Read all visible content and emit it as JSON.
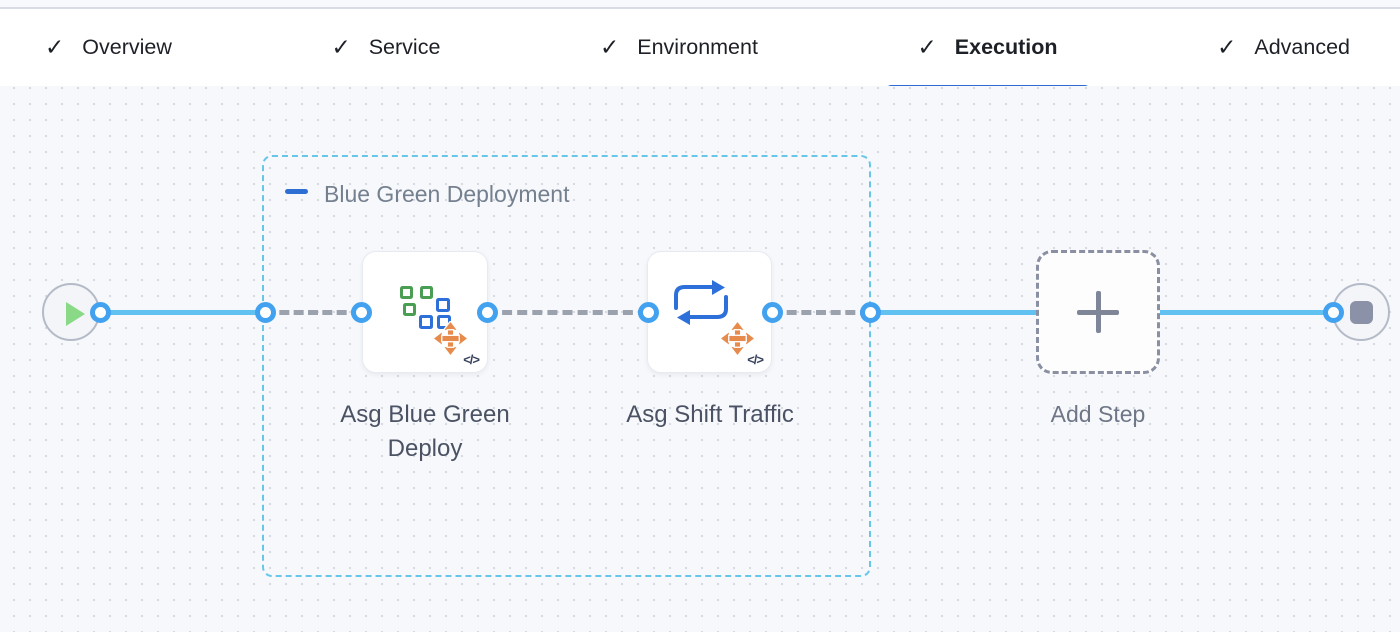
{
  "header": {
    "check_glyph": "✓",
    "tabs": [
      {
        "label": "Overview",
        "checked": true,
        "active": false
      },
      {
        "label": "Service",
        "checked": true,
        "active": false
      },
      {
        "label": "Environment",
        "checked": true,
        "active": false
      },
      {
        "label": "Execution",
        "checked": true,
        "active": true
      },
      {
        "label": "Advanced",
        "checked": true,
        "active": false
      }
    ]
  },
  "pipeline": {
    "group": {
      "label": "Blue Green Deployment"
    },
    "start_node": {
      "type": "start"
    },
    "steps": [
      {
        "label": "Asg Blue Green Deploy",
        "code_badge": "</>"
      },
      {
        "label": "Asg Shift Traffic",
        "code_badge": "</>"
      }
    ],
    "add_step": {
      "label": "Add Step"
    },
    "end_node": {
      "type": "stop"
    }
  },
  "colors": {
    "active_tab_underline": "#2f6bd2",
    "edge_blue": "#61c2f1",
    "port_ring": "#43a2ef",
    "group_border": "#68c7e9",
    "dashed_edge_gray": "#9ba1ad",
    "icon_green": "#4a9e51",
    "icon_blue": "#2e70d9",
    "icon_orange": "#e78b4d",
    "play_green": "#8ad987",
    "stop_gray": "#8b91a6"
  }
}
